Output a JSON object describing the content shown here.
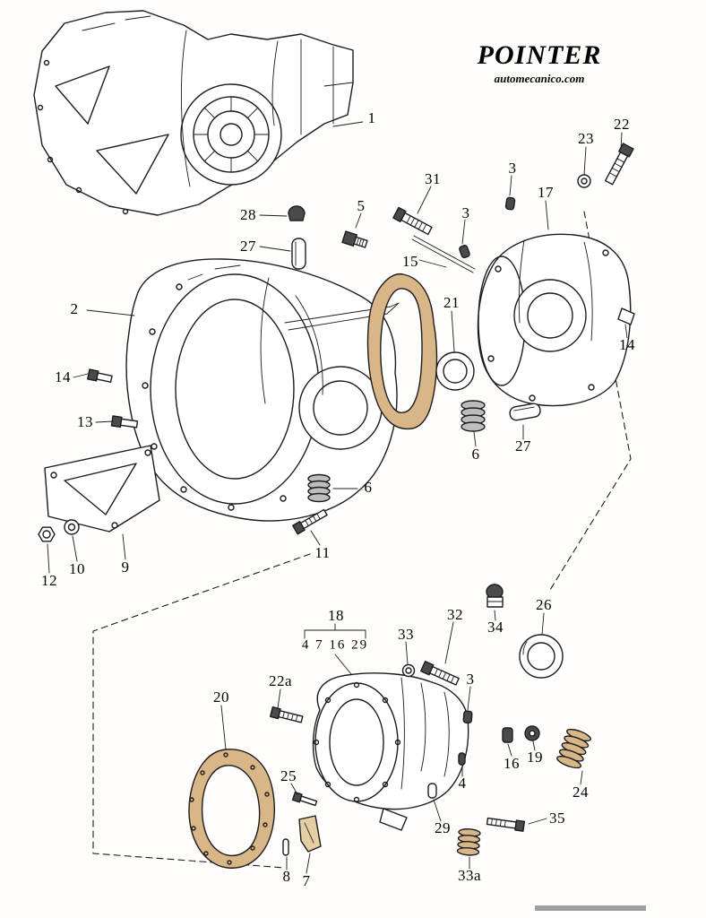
{
  "brand": {
    "title": "POINTER",
    "site": "automecanico.com"
  },
  "callouts": {
    "c1": {
      "label": "1"
    },
    "c2": {
      "label": "2"
    },
    "c3a": {
      "label": "3"
    },
    "c3b": {
      "label": "3"
    },
    "c3c": {
      "label": "3"
    },
    "c4": {
      "label": "4"
    },
    "c5": {
      "label": "5"
    },
    "c6a": {
      "label": "6"
    },
    "c6b": {
      "label": "6"
    },
    "c7": {
      "label": "7"
    },
    "c8": {
      "label": "8"
    },
    "c9": {
      "label": "9"
    },
    "c10": {
      "label": "10"
    },
    "c11": {
      "label": "11"
    },
    "c12": {
      "label": "12"
    },
    "c13": {
      "label": "13"
    },
    "c14a": {
      "label": "14"
    },
    "c14b": {
      "label": "14"
    },
    "c15": {
      "label": "15"
    },
    "c16": {
      "label": "16"
    },
    "c17": {
      "label": "17"
    },
    "c18": {
      "label": "18"
    },
    "c18sub": {
      "label": "4 7 16 29"
    },
    "c19": {
      "label": "19"
    },
    "c20": {
      "label": "20"
    },
    "c21": {
      "label": "21"
    },
    "c22": {
      "label": "22"
    },
    "c22a": {
      "label": "22a"
    },
    "c23": {
      "label": "23"
    },
    "c24": {
      "label": "24"
    },
    "c25": {
      "label": "25"
    },
    "c26": {
      "label": "26"
    },
    "c27a": {
      "label": "27"
    },
    "c27b": {
      "label": "27"
    },
    "c28": {
      "label": "28"
    },
    "c29": {
      "label": "29"
    },
    "c31": {
      "label": "31"
    },
    "c32": {
      "label": "32"
    },
    "c33": {
      "label": "33"
    },
    "c33a": {
      "label": "33a"
    },
    "c34": {
      "label": "34"
    },
    "c35": {
      "label": "35"
    }
  }
}
